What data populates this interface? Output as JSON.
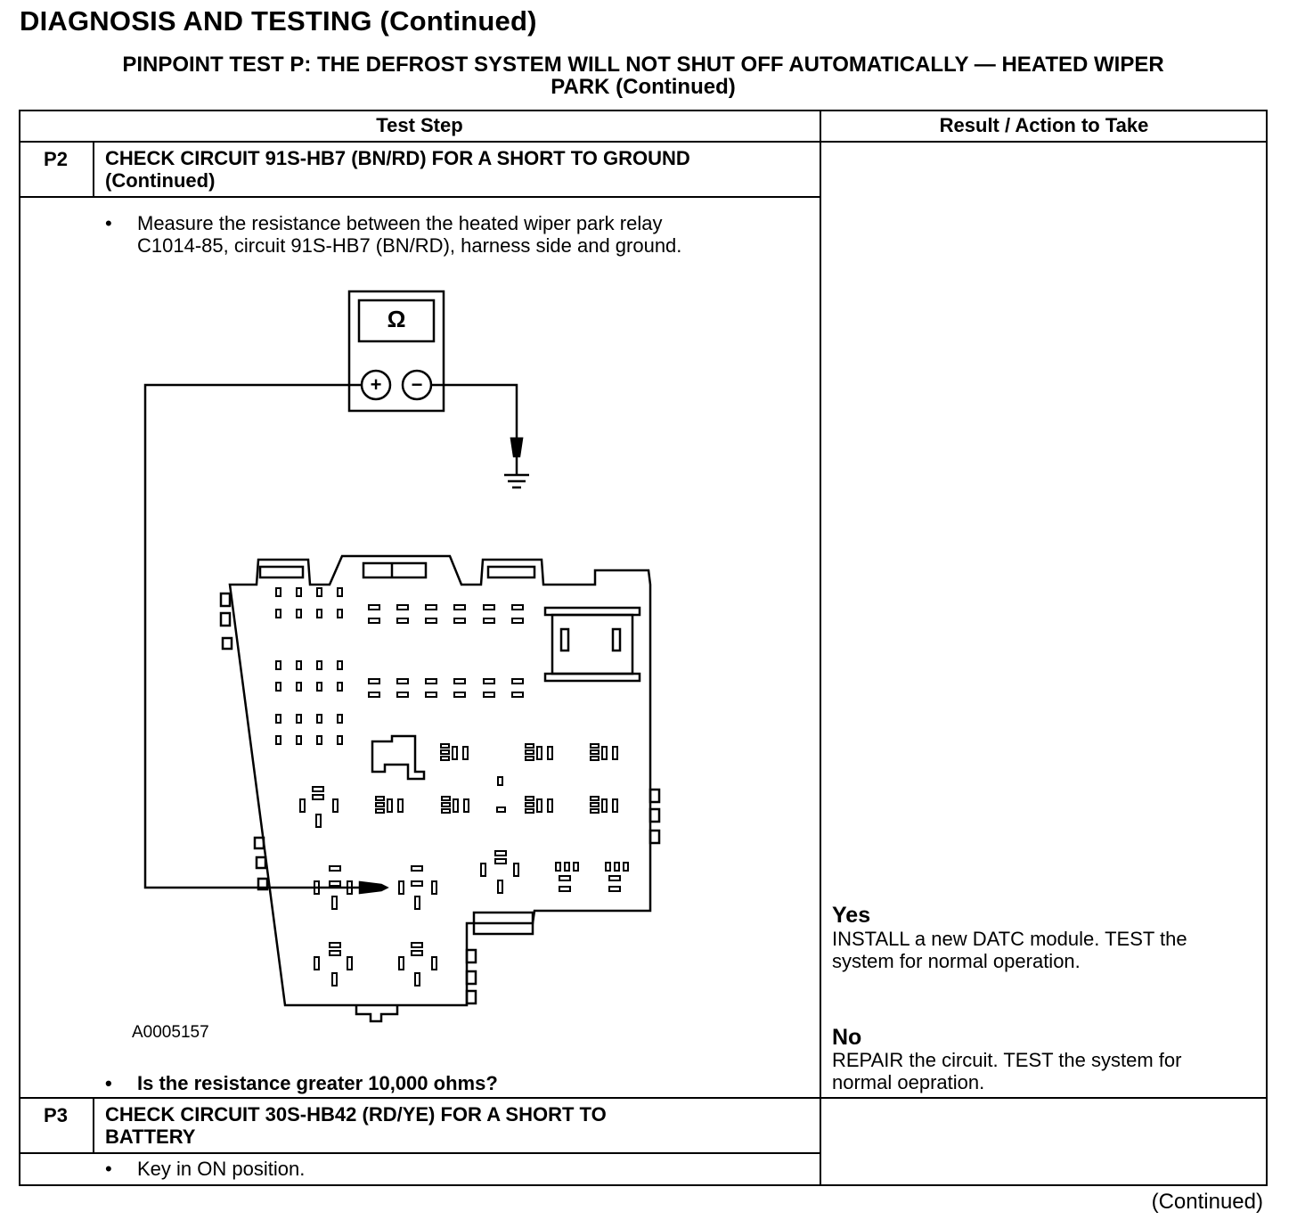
{
  "header": {
    "title": "DIAGNOSIS AND TESTING (Continued)",
    "subtitle_line1": "PINPOINT TEST P: THE DEFROST SYSTEM WILL NOT SHUT OFF AUTOMATICALLY — HEATED WIPER",
    "subtitle_line2": "PARK (Continued)"
  },
  "table": {
    "columns": [
      "Test Step",
      "Result / Action to Take"
    ],
    "steps": [
      {
        "id": "P2",
        "title_line1": "CHECK CIRCUIT 91S-HB7 (BN/RD) FOR A SHORT TO GROUND",
        "title_line2": "(Continued)",
        "bullet1_line1": "Measure the resistance between the heated wiper park relay",
        "bullet1_line2": "C1014-85, circuit 91S-HB7 (BN/RD), harness side and ground.",
        "figure": {
          "meter_symbol": "Ω",
          "plus": "+",
          "minus": "−",
          "id": "A0005157"
        },
        "question": "Is the resistance greater 10,000 ohms?",
        "results": [
          {
            "label": "Yes",
            "line1": "INSTALL a new DATC module. TEST the",
            "line2": "system for normal operation."
          },
          {
            "label": "No",
            "line1": "REPAIR the circuit. TEST the system for",
            "line2": "normal oepration."
          }
        ]
      },
      {
        "id": "P3",
        "title_line1": "CHECK CIRCUIT 30S-HB42 (RD/YE) FOR A SHORT TO",
        "title_line2": "BATTERY",
        "bullet1": "Key in ON position."
      }
    ],
    "bullet_glyph": "•"
  },
  "footer": {
    "continued": "(Continued)"
  }
}
